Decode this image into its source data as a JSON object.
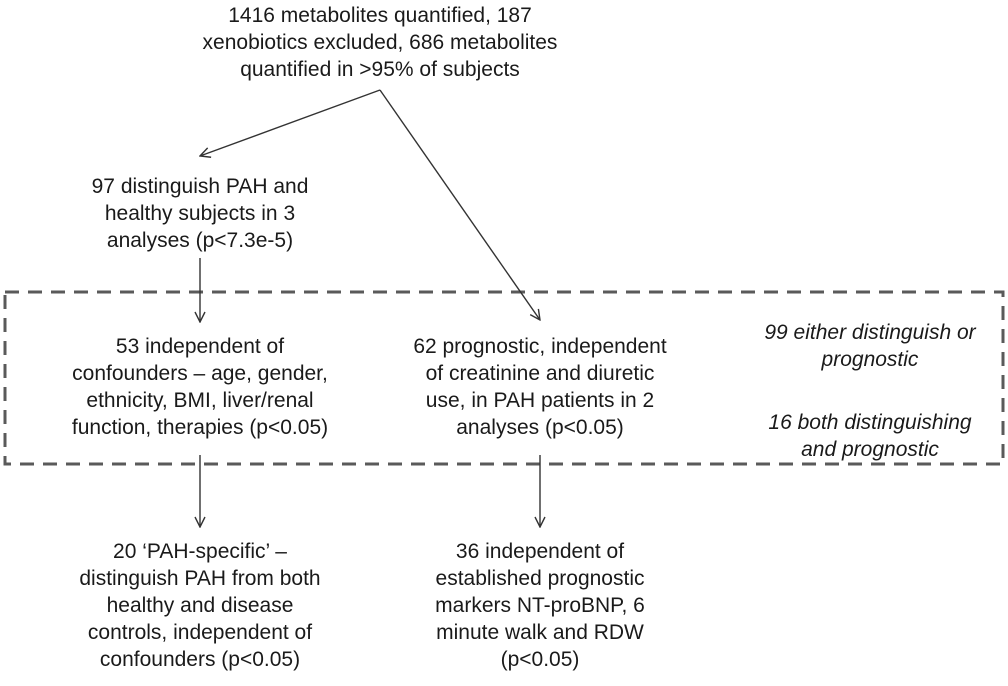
{
  "top_node": {
    "lines": [
      "1416 metabolites quantified, 187",
      "xenobiotics excluded, 686 metabolites",
      "quantified in >95% of subjects"
    ]
  },
  "distinguish_node": {
    "lines": [
      "97 distinguish PAH and",
      "healthy subjects in 3",
      "analyses (p<7.3e-5)"
    ]
  },
  "confounders_node": {
    "lines": [
      "53 independent of",
      "confounders – age, gender,",
      "ethnicity, BMI, liver/renal",
      "function, therapies (p<0.05)"
    ]
  },
  "prognostic_node": {
    "lines": [
      "62 prognostic, independent",
      "of creatinine and diuretic",
      "use, in PAH patients in 2",
      "analyses (p<0.05)"
    ]
  },
  "summary_note": {
    "either_lines": [
      "99 either distinguish or",
      "prognostic"
    ],
    "both_lines": [
      "16 both distinguishing",
      "and prognostic"
    ]
  },
  "pah_specific_node": {
    "lines": [
      "20 ‘PAH-specific’ –",
      "distinguish PAH from both",
      "healthy and disease",
      "controls, independent of",
      "confounders (p<0.05)"
    ]
  },
  "markers_node": {
    "lines": [
      "36 independent of",
      "established prognostic",
      "markers NT-proBNP, 6",
      "minute walk and RDW",
      "(p<0.05)"
    ]
  },
  "colors": {
    "text": "#1a1a1a",
    "arrow": "#333333",
    "dashed_border": "#5a5a5a"
  }
}
